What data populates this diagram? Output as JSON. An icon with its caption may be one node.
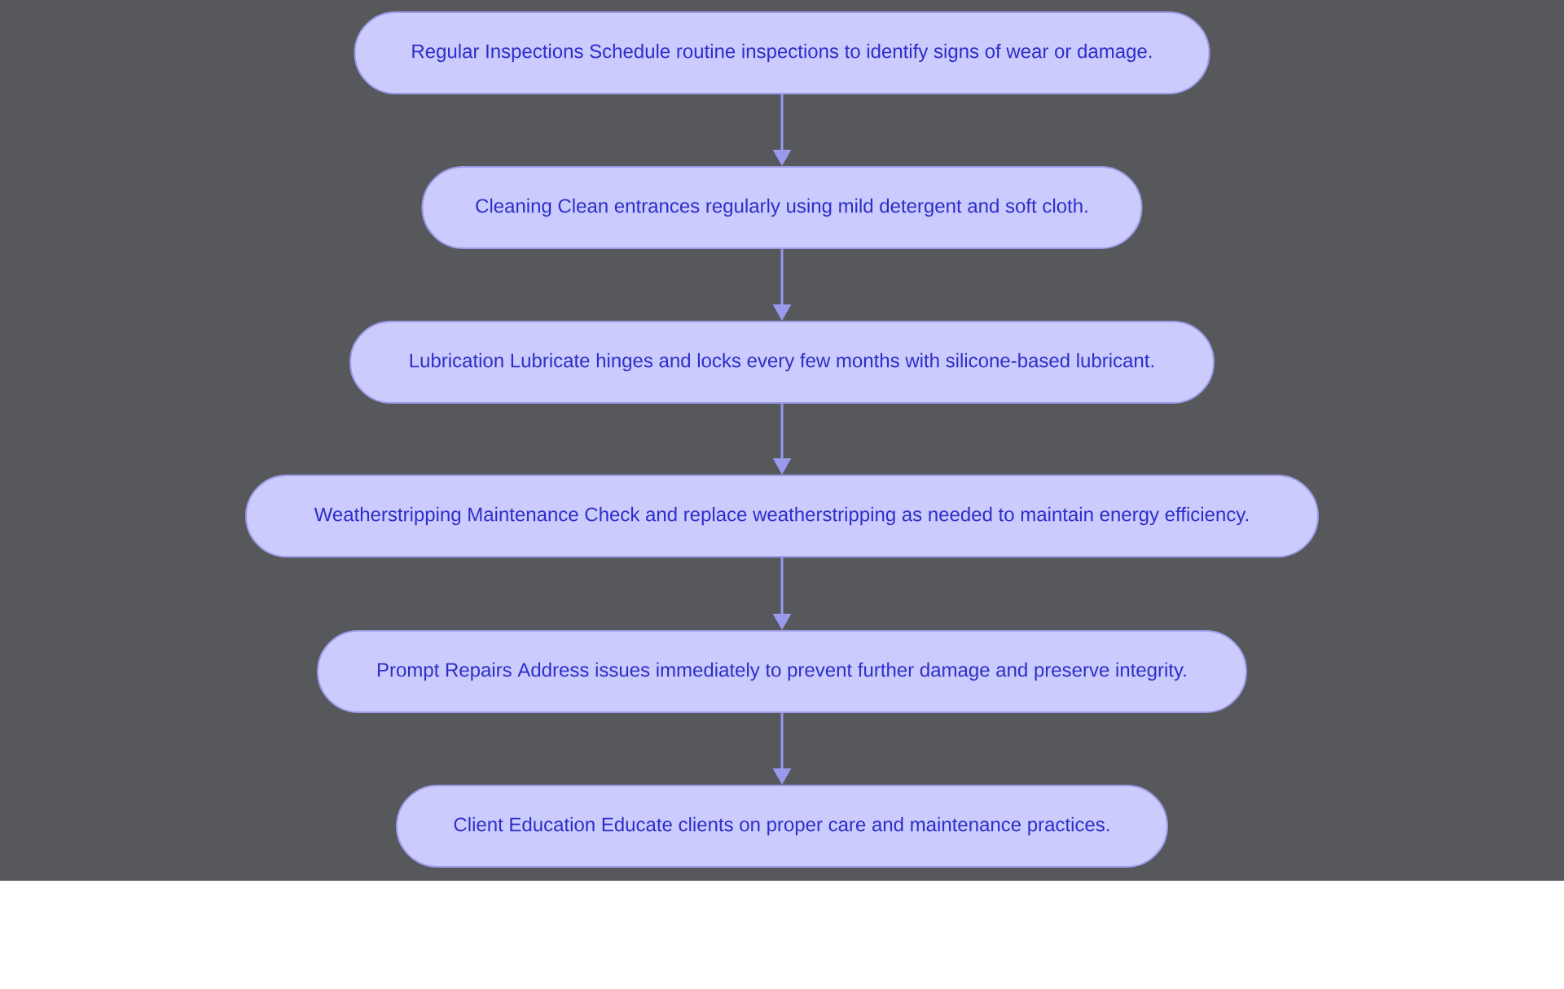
{
  "diagram": {
    "nodes": [
      {
        "text": [
          "Regular Inspections Schedule routine inspections to identify signs of wear or damage."
        ]
      },
      {
        "text": [
          "Cleaning Clean entrances regularly using mild detergent and soft cloth."
        ]
      },
      {
        "text": [
          "Lubrication Lubricate hinges and locks every few months with silicone-based lubricant."
        ]
      },
      {
        "text": [
          "Weatherstripping Maintenance Check and replace weatherstripping as needed to maintain energy efficiency."
        ]
      },
      {
        "text": [
          "Prompt Repairs Address issues immediately to prevent further damage and preserve integrity."
        ]
      },
      {
        "text": [
          "Client Education Educate clients on proper care and maintenance practices."
        ]
      }
    ],
    "edges": [
      {
        "from": 0,
        "to": 1,
        "arrow": "to"
      },
      {
        "from": 1,
        "to": 2,
        "arrow": "to"
      },
      {
        "from": 2,
        "to": 3,
        "arrow": "to"
      },
      {
        "from": 3,
        "to": 4,
        "arrow": "to"
      },
      {
        "from": 4,
        "to": 5,
        "arrow": "to"
      }
    ]
  }
}
